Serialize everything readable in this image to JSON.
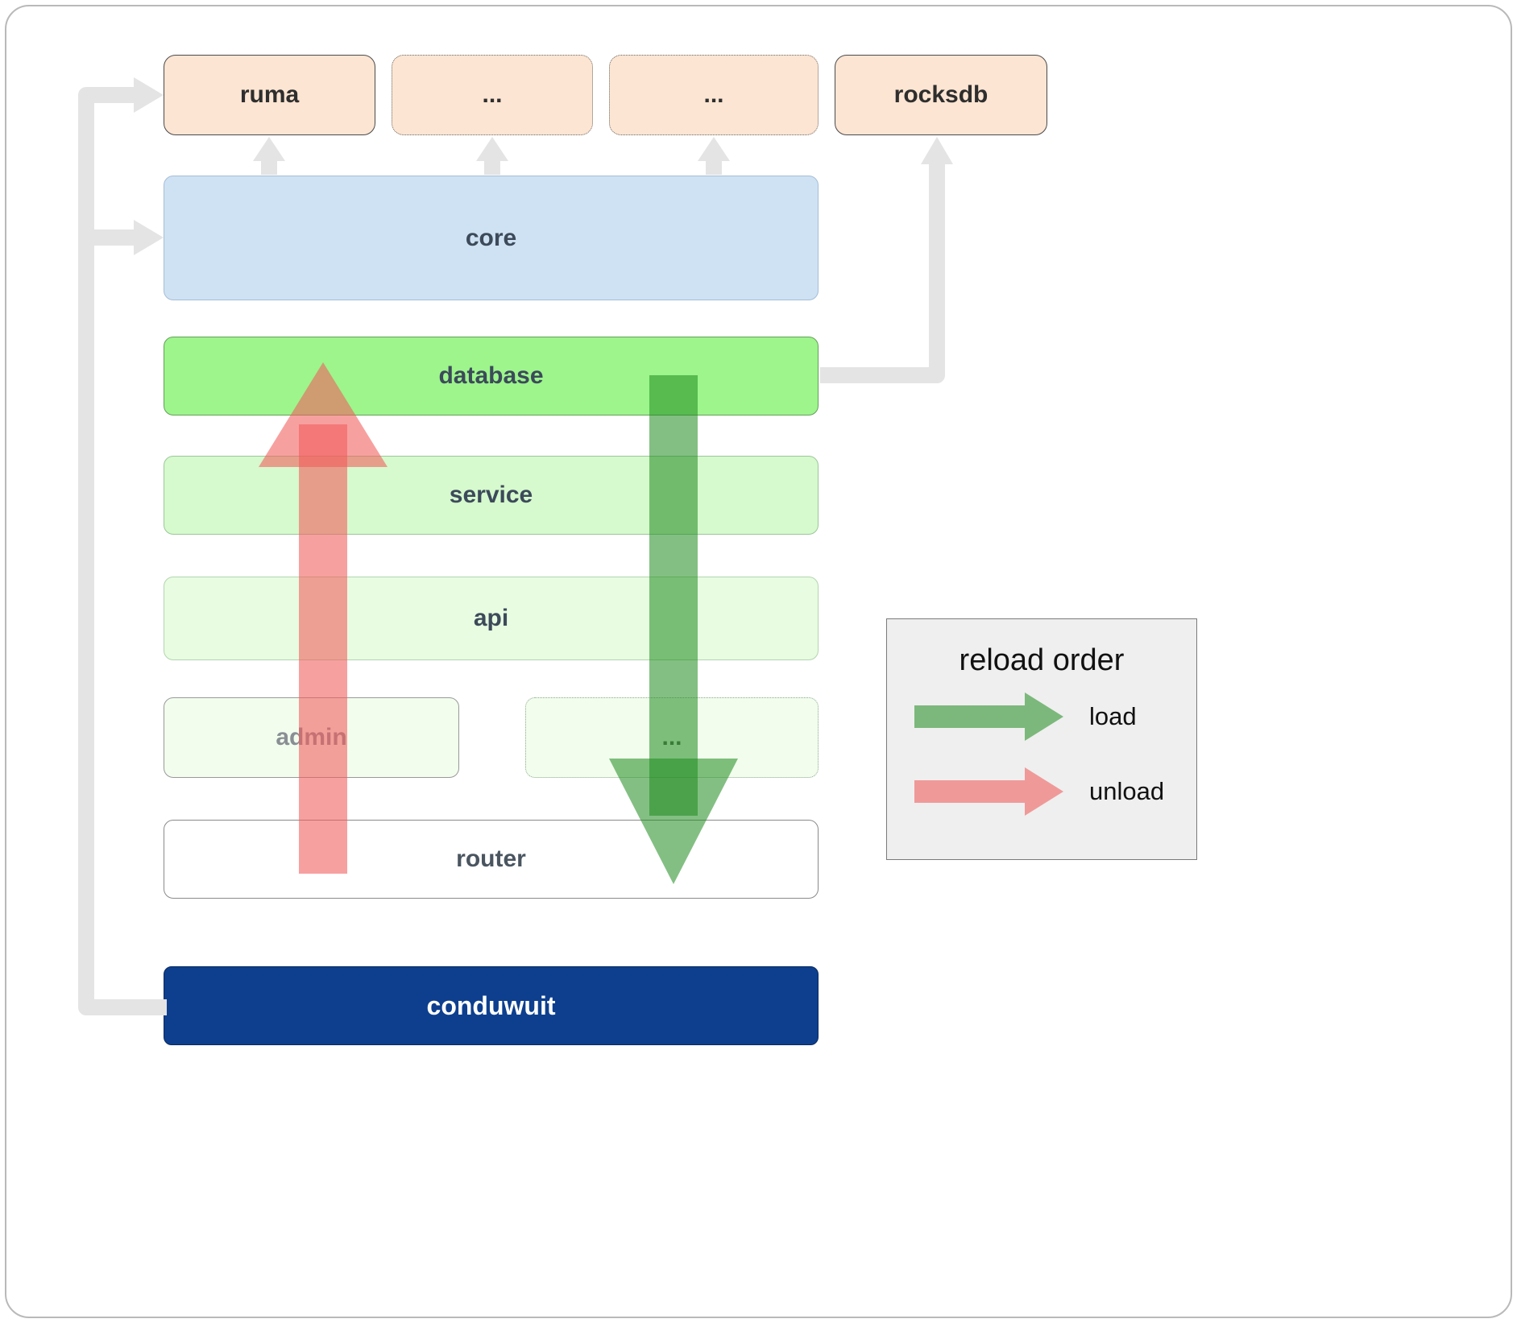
{
  "nodes": {
    "ruma": "ruma",
    "dep_more_1": "...",
    "dep_more_2": "...",
    "rocksdb": "rocksdb",
    "core": "core",
    "database": "database",
    "service": "service",
    "api": "api",
    "admin": "admin",
    "service_more": "...",
    "router": "router",
    "conduwuit": "conduwuit"
  },
  "legend": {
    "title": "reload order",
    "load_label": "load",
    "unload_label": "unload"
  },
  "colors": {
    "peach": "#fce5d2",
    "core-blue": "#cfe2f3",
    "database-green": "#9df58c",
    "service-green": "#d6f9cd",
    "api-green": "#e7fce1",
    "admin-green": "#f2fdee",
    "conduwuit-navy": "#0d3f8e",
    "connector-gray": "#e4e4e4",
    "load-green": "#1e8b1e",
    "unload-red": "#f25c5c",
    "label-dark": "#3c4a5a"
  }
}
